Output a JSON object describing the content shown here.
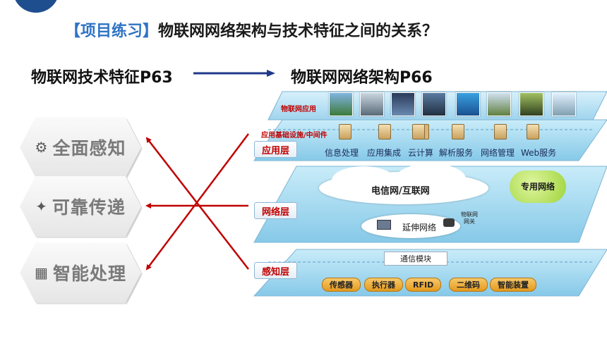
{
  "title": {
    "bracket": "【项目练习】",
    "rest": "物联网网络架构与技术特征之间的关系？"
  },
  "left_heading": "物联网技术特征P63",
  "right_heading": "物联网网络架构P66",
  "features": [
    {
      "label": "全面感知",
      "icon": "sensor-person-icon"
    },
    {
      "label": "可靠传递",
      "icon": "signal-person-icon"
    },
    {
      "label": "智能处理",
      "icon": "processing-icon"
    }
  ],
  "diagram": {
    "app_label": "物联网应用",
    "infra_label": "应用基础设施/中间件",
    "layers": [
      "应用层",
      "网络层",
      "感知层"
    ],
    "services": [
      "信息处理",
      "应用集成",
      "云计算",
      "解析服务",
      "网络管理",
      "Web服务"
    ],
    "network_cloud": "电信网/互联网",
    "private_network": "专用网络",
    "extended_network": "延伸网络",
    "gateway": "物联网网关",
    "comm_module": "通信模块",
    "devices": [
      "传感器",
      "执行器",
      "RFID",
      "二维码",
      "智能装置"
    ]
  },
  "colors": {
    "accent": "#2f73c4",
    "arrow_red": "#c00000",
    "arrow_blue": "#1f3a8a",
    "layer_blue": "#9fd4ee"
  }
}
